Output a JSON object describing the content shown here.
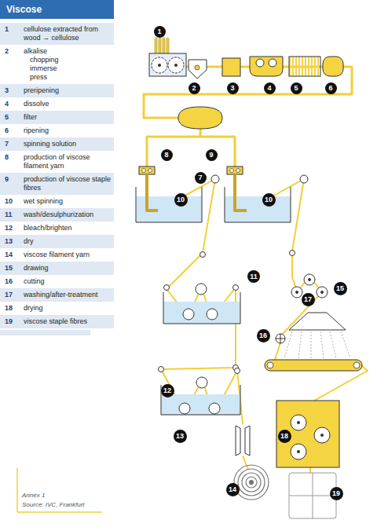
{
  "diagram": {
    "title": "Viscose",
    "caption": "Annex 1",
    "nodes": [
      {
        "text": [
          "1"
        ]
      },
      {
        "text": [
          "2"
        ]
      },
      {
        "text": [
          "3"
        ]
      },
      {
        "text": [
          "4"
        ]
      },
      {
        "text": [
          "5"
        ]
      },
      {
        "text": [
          "6"
        ]
      },
      {
        "text": [
          "7"
        ]
      },
      {
        "text": [
          "8"
        ]
      },
      {
        "text": [
          "9"
        ]
      },
      {
        "text": [
          "10"
        ]
      },
      {
        "text": [
          "10"
        ]
      },
      {
        "text": [
          "11"
        ]
      },
      {
        "text": [
          "12"
        ]
      },
      {
        "text": [
          "13"
        ]
      },
      {
        "text": [
          "14"
        ]
      },
      {
        "text": [
          "15"
        ]
      },
      {
        "text": [
          "16"
        ]
      },
      {
        "text": [
          "17"
        ]
      },
      {
        "text": [
          "18"
        ]
      },
      {
        "text": [
          "19"
        ]
      }
    ],
    "labels": [
      "1",
      "cellulose extracted from wood → cellulose",
      "2",
      "alkalise",
      "chopping",
      "immerse",
      "press",
      "3",
      "preripening",
      "4",
      "dissolve",
      "5",
      "filter",
      "6",
      "ripening",
      "7",
      "spinning solution",
      "8",
      "production of viscose filament yarn",
      "9",
      "production of viscose staple fibres",
      "10",
      "wet spinning",
      "11",
      "wash/desulphurization",
      "12",
      "bleach/brighten",
      "13",
      "dry",
      "14",
      "viscose filament yarn",
      "15",
      "drawing",
      "16",
      "cutting",
      "17",
      "washing/after-treatment",
      "18",
      "drying",
      "19",
      "viscose staple fibres",
      "Source: IVC, Frankfurt"
    ]
  }
}
